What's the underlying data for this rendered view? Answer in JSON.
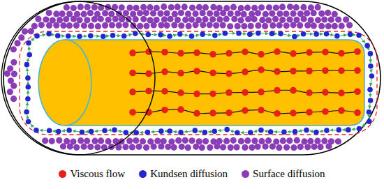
{
  "diagram": {
    "legend": [
      {
        "text": "Viscous flow",
        "color": "#e8201c"
      },
      {
        "text": "Kundsen diffusion",
        "color": "#2626d0"
      },
      {
        "text": "Surface diffusion",
        "color": "#8a3db6"
      }
    ]
  }
}
